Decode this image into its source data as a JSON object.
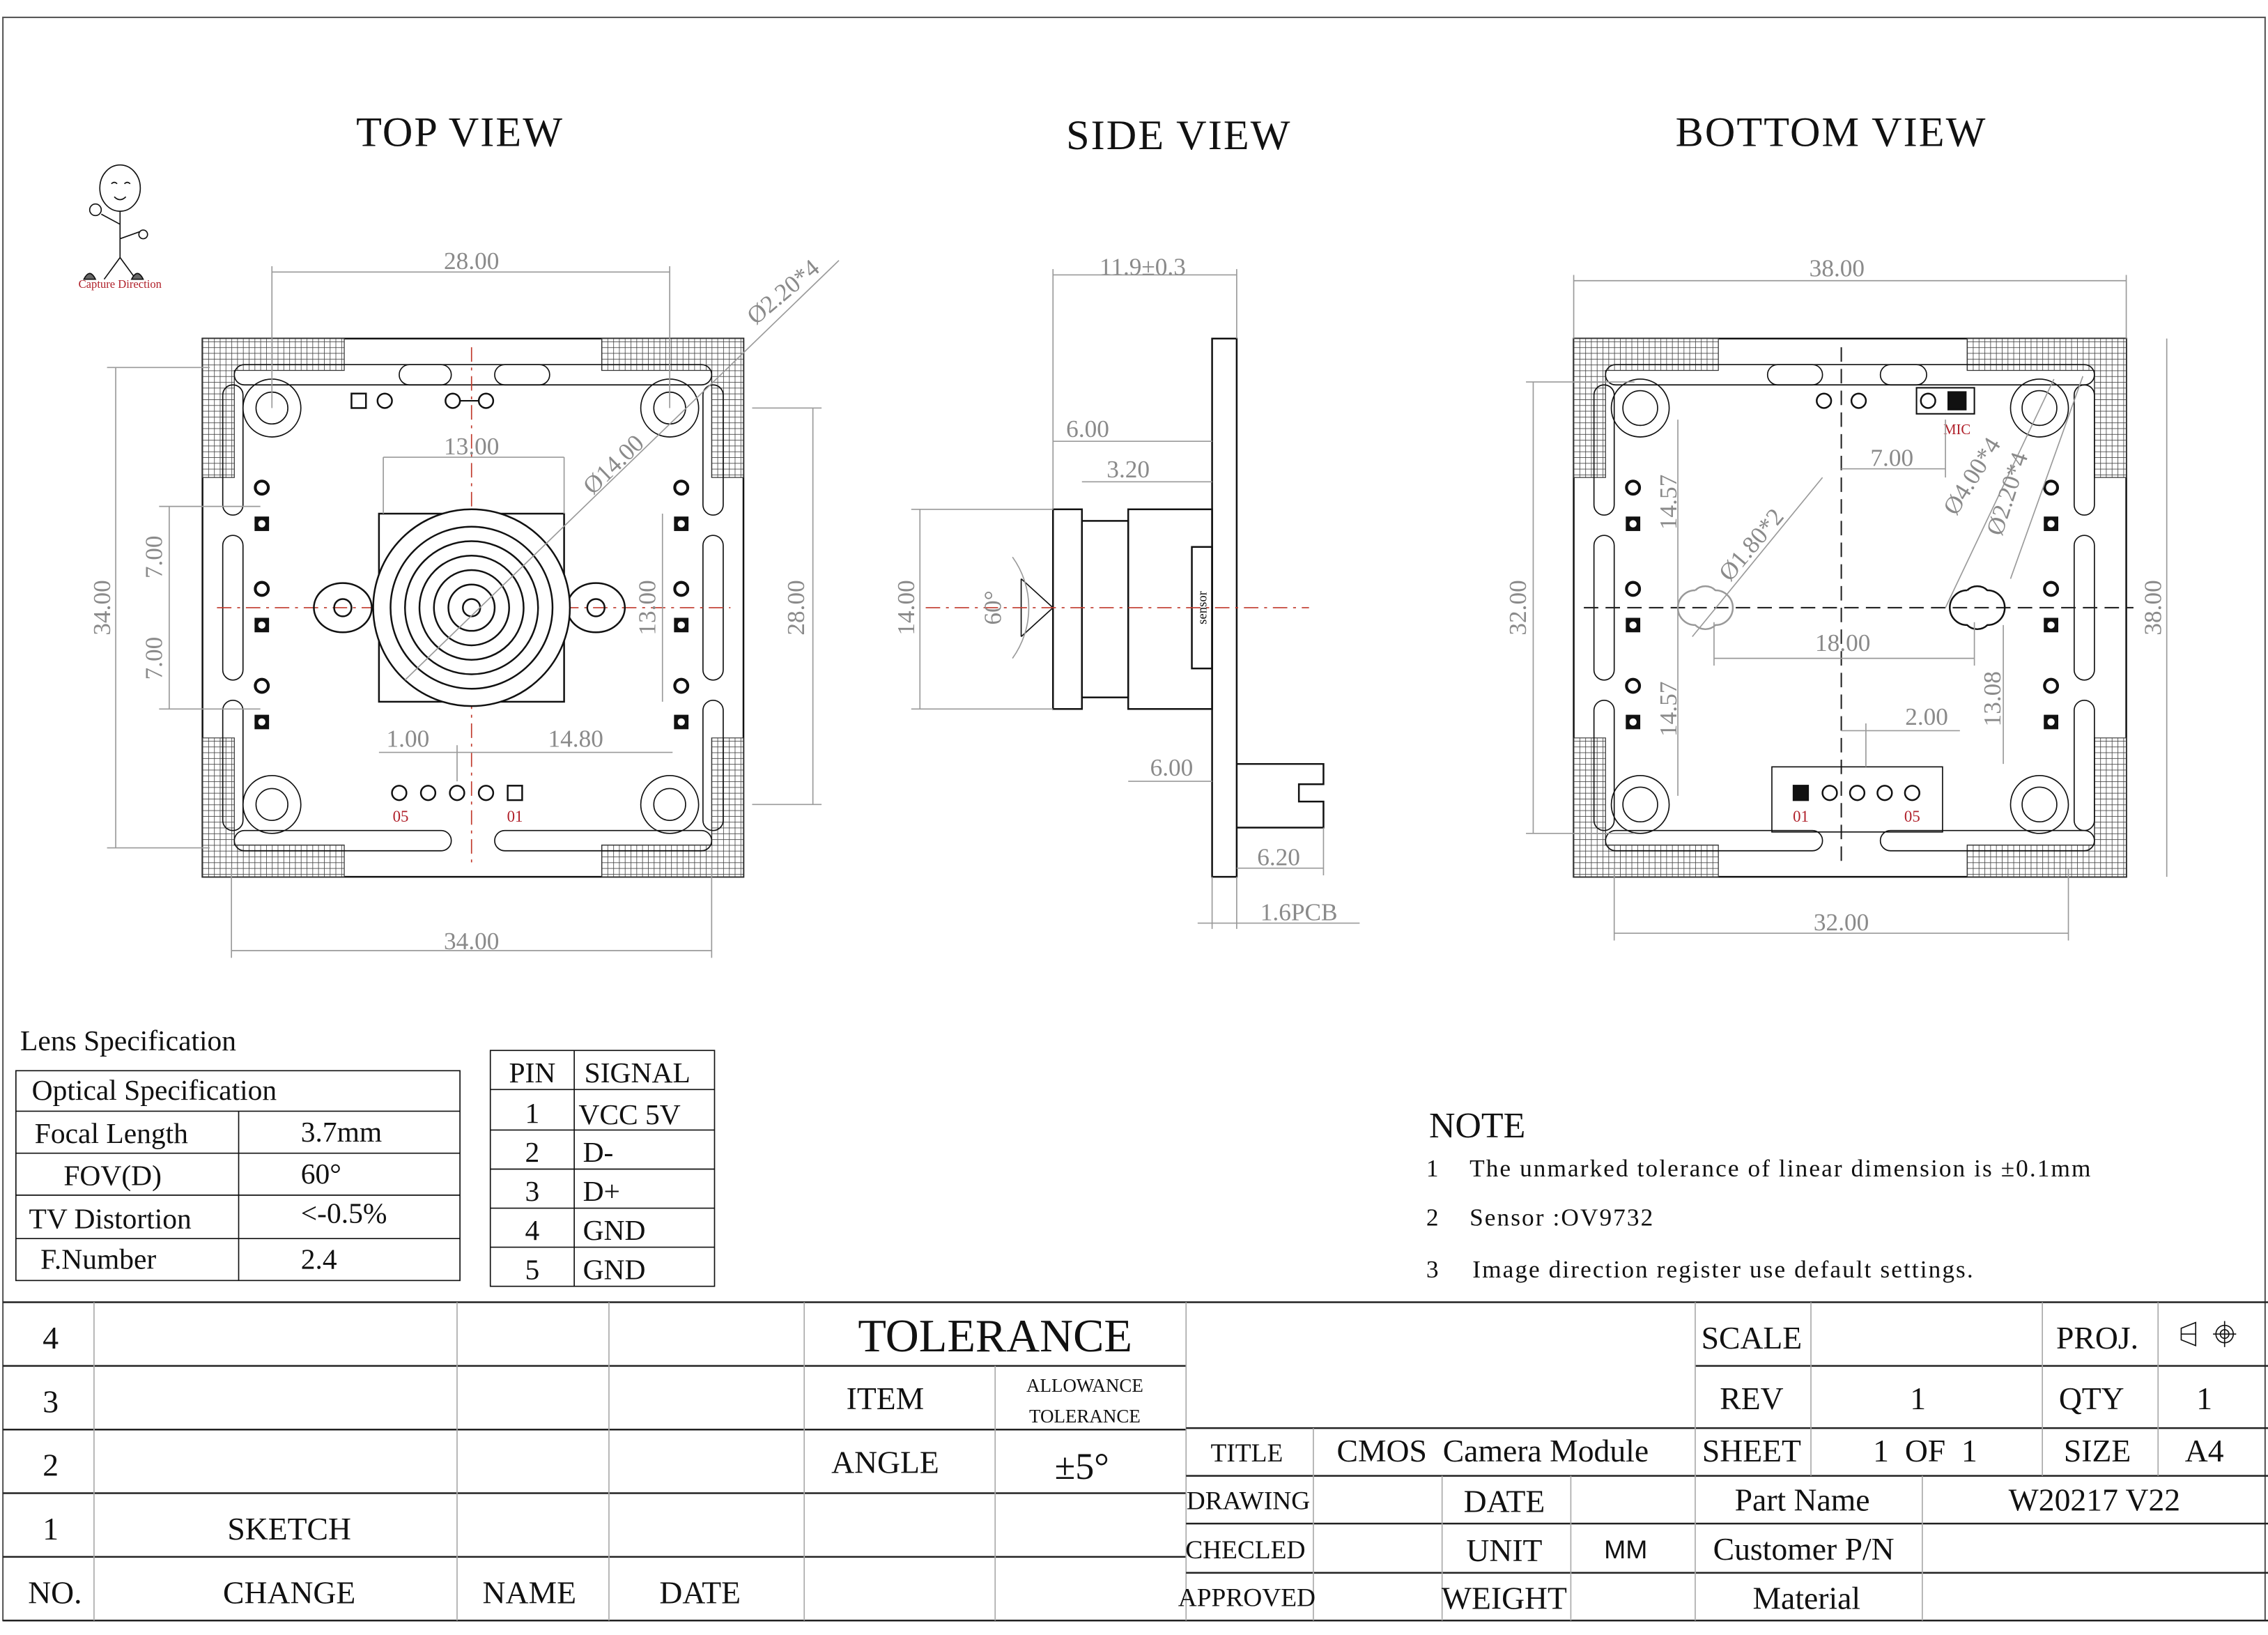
{
  "views": {
    "top": "TOP VIEW",
    "side": "SIDE VIEW",
    "bottom": "BOTTOM VIEW"
  },
  "capture_direction": "Capture Direction",
  "top_view": {
    "dims": {
      "width_top": "28.00",
      "width_bottom": "34.00",
      "lens_square": "13.00",
      "lens_dia": "Ø14.00",
      "hole_dia": "Ø2.20*4",
      "height_left": "34.00",
      "half_upper": "7.00",
      "half_lower": "7.00",
      "lens_height": "13.00",
      "height_right": "28.00",
      "offset_a": "1.00",
      "offset_b": "14.80"
    },
    "pin_labels": {
      "left": "05",
      "right": "01"
    }
  },
  "side_view": {
    "dims": {
      "total": "11.9±0.3",
      "d1": "6.00",
      "d2": "3.20",
      "height": "14.00",
      "fov": "60°",
      "d3": "6.00",
      "d4": "6.20",
      "pcb": "1.6PCB"
    },
    "sensor_label": "sensor"
  },
  "bottom_view": {
    "dims": {
      "width_top": "38.00",
      "width_bottom": "32.00",
      "height_left": "32.00",
      "height_right": "38.00",
      "upper": "14.57",
      "lower": "14.57",
      "mic_offset": "7.00",
      "hole_big": "Ø4.00*4",
      "hole_small": "Ø2.20*4",
      "hole_slot": "Ø1.80*2",
      "slot_span": "18.00",
      "conn_offset": "13.08",
      "pitch": "2.00"
    },
    "mic_label": "MIC",
    "pin_labels": {
      "left": "01",
      "right": "05"
    }
  },
  "lens_spec": {
    "title": "Lens Specification",
    "header": "Optical Specification",
    "rows": [
      {
        "label": "Focal Length",
        "value": "3.7mm"
      },
      {
        "label": "FOV(D)",
        "value": "60°"
      },
      {
        "label": "TV Distortion",
        "value": "<-0.5%"
      },
      {
        "label": "F.Number",
        "value": "2.4"
      }
    ]
  },
  "pin_table": {
    "headers": [
      "PIN",
      "SIGNAL"
    ],
    "rows": [
      {
        "pin": "1",
        "signal": "VCC 5V"
      },
      {
        "pin": "2",
        "signal": "D-"
      },
      {
        "pin": "3",
        "signal": "D+"
      },
      {
        "pin": "4",
        "signal": "GND"
      },
      {
        "pin": "5",
        "signal": "GND"
      }
    ]
  },
  "notes": {
    "title": "NOTE",
    "items": [
      {
        "n": "1",
        "text": "The unmarked tolerance of linear dimension is ±0.1mm"
      },
      {
        "n": "2",
        "text": "Sensor :OV9732"
      },
      {
        "n": "3",
        "text": "Image direction register use default settings."
      }
    ]
  },
  "revision_block": {
    "rows": [
      {
        "no": "4",
        "change": ""
      },
      {
        "no": "3",
        "change": ""
      },
      {
        "no": "2",
        "change": ""
      },
      {
        "no": "1",
        "change": "SKETCH"
      }
    ],
    "headers": {
      "no": "NO.",
      "change": "CHANGE",
      "name": "NAME",
      "date": "DATE"
    }
  },
  "tolerance": {
    "title": "TOLERANCE",
    "item": "ITEM",
    "allowance_1": "ALLOWANCE",
    "allowance_2": "TOLERANCE",
    "angle": "ANGLE",
    "angle_value": "±5°"
  },
  "title_block": {
    "scale_label": "SCALE",
    "scale_value": "",
    "proj_label": "PROJ.",
    "rev_label": "REV",
    "rev_value": "1",
    "qty_label": "QTY",
    "qty_value": "1",
    "title_label": "TITLE",
    "title_value": "CMOS  Camera Module",
    "sheet_label": "SHEET",
    "sheet_value": "1  OF  1",
    "size_label": "SIZE",
    "size_value": "A4",
    "drawing_label": "DRAWING",
    "date_label": "DATE",
    "part_name_label": "Part Name",
    "part_name_value": "W20217 V22",
    "checked_label": "CHECLED",
    "unit_label": "UNIT",
    "unit_value": "MM",
    "customer_pn_label": "Customer P/N",
    "approved_label": "APPROVED",
    "weight_label": "WEIGHT",
    "material_label": "Material"
  }
}
